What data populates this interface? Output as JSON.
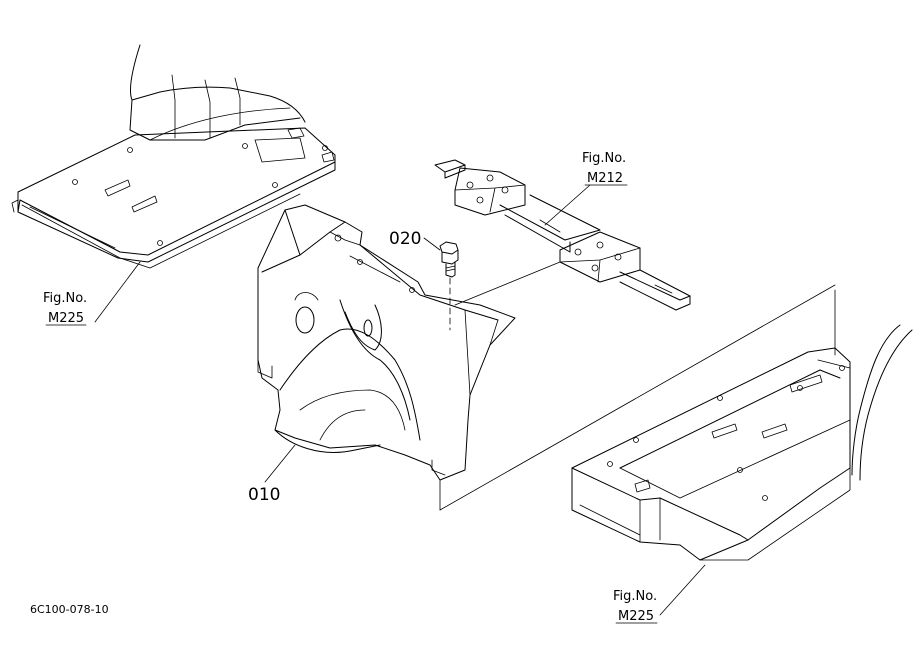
{
  "refs": {
    "topleft": {
      "line1": "Fig.No.",
      "line2": "M225"
    },
    "topright": {
      "line1": "Fig.No.",
      "line2": "M212"
    },
    "bottomright": {
      "line1": "Fig.No.",
      "line2": "M225"
    }
  },
  "parts": {
    "p010": "010",
    "p020": "020"
  },
  "drawing_code": "6C100-078-10"
}
